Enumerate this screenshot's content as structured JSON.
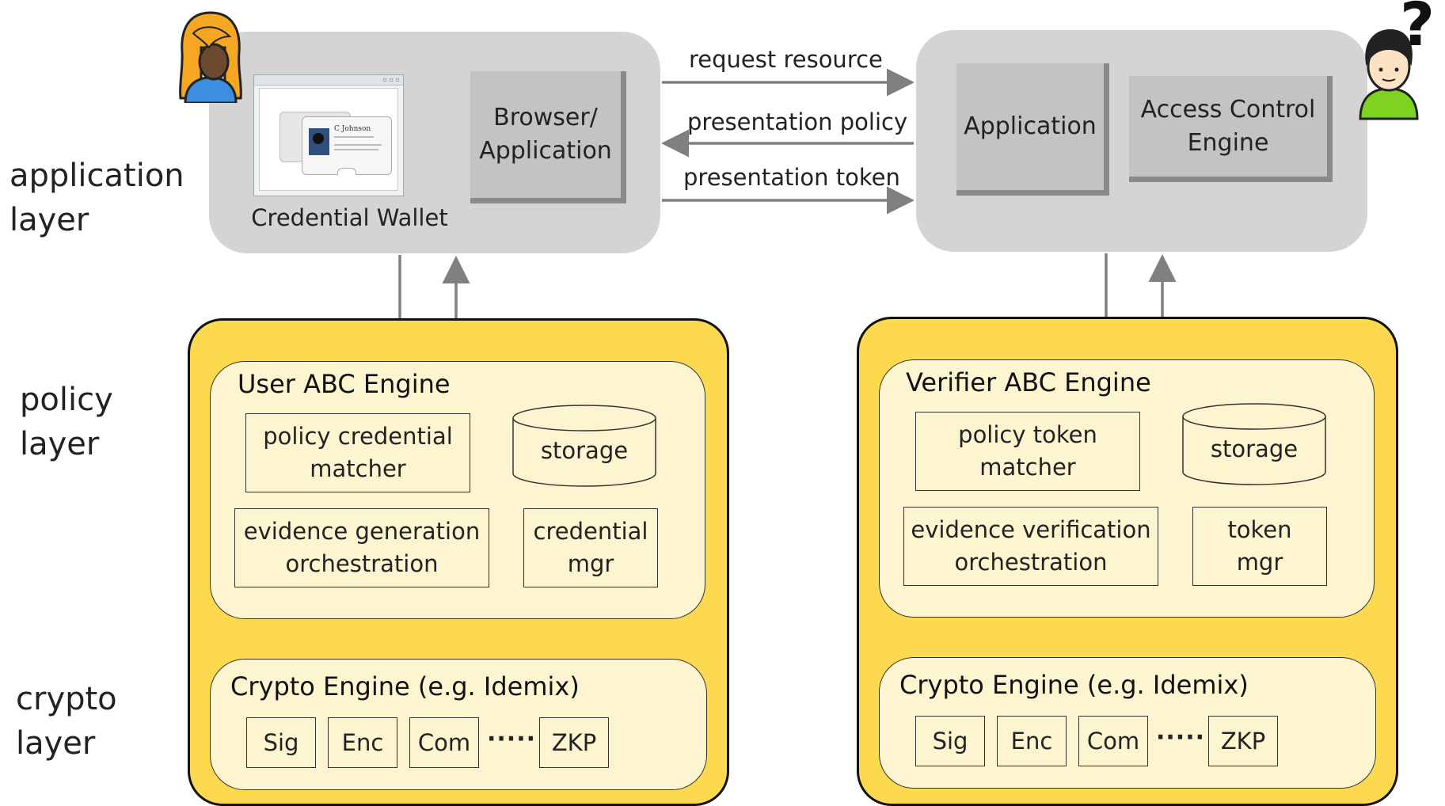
{
  "layers": {
    "application": [
      "application",
      "layer"
    ],
    "policy": [
      "policy",
      "layer"
    ],
    "crypto": [
      "crypto",
      "layer"
    ]
  },
  "user_side": {
    "wallet_label": "Credential Wallet",
    "card_name": "C Johnson",
    "browser_app": [
      "Browser/",
      "Application"
    ],
    "engine": {
      "title": "User ABC Engine",
      "matcher": [
        "policy credential",
        "matcher"
      ],
      "storage": "storage",
      "orchestration": [
        "evidence generation",
        "orchestration"
      ],
      "mgr": [
        "credential",
        "mgr"
      ]
    },
    "crypto": {
      "title": "Crypto Engine (e.g. Idemix)",
      "modules": [
        "Sig",
        "Enc",
        "Com",
        "ZKP"
      ],
      "ellipsis": "·····"
    }
  },
  "flows": {
    "request": "request resource",
    "policy": "presentation policy",
    "token": "presentation token"
  },
  "verifier_side": {
    "application": "Application",
    "access_control": [
      "Access Control",
      "Engine"
    ],
    "engine": {
      "title": "Verifier ABC Engine",
      "matcher": [
        "policy token",
        "matcher"
      ],
      "storage": "storage",
      "orchestration": [
        "evidence verification",
        "orchestration"
      ],
      "mgr": [
        "token",
        "mgr"
      ]
    },
    "crypto": {
      "title": "Crypto Engine (e.g. Idemix)",
      "modules": [
        "Sig",
        "Enc",
        "Com",
        "ZKP"
      ],
      "ellipsis": "·····"
    }
  },
  "icons": {
    "user": "user-avatar-icon",
    "verifier": "verifier-avatar-icon",
    "question": "question-mark-icon",
    "wallet": "credential-wallet-icon"
  },
  "colors": {
    "panel_gray": "#d4d4d4",
    "engine_yellow": "#fcd94f",
    "engine_inner": "#fdf5d0",
    "arrow_gray": "#808080"
  }
}
